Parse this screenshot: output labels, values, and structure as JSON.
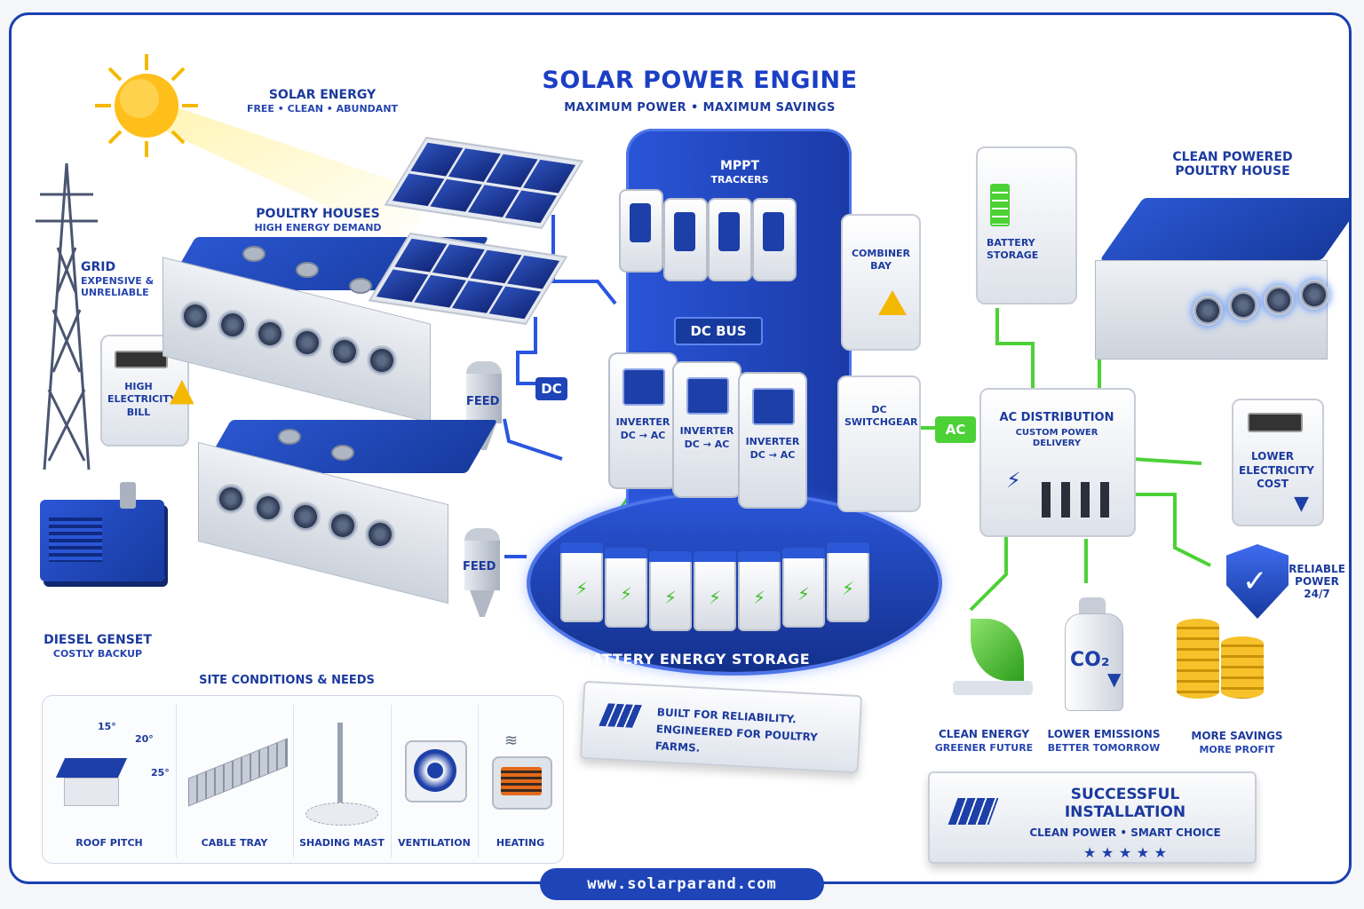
{
  "title": {
    "main": "SOLAR POWER ENGINE",
    "sub": "MAXIMUM POWER • MAXIMUM SAVINGS"
  },
  "labels": {
    "solar": {
      "title": "SOLAR ENERGY",
      "sub": "FREE • CLEAN • ABUNDANT"
    },
    "poultry": {
      "title": "POULTRY HOUSES",
      "sub": "HIGH ENERGY DEMAND"
    },
    "grid": {
      "title": "GRID",
      "sub": "EXPENSIVE & UNRELIABLE"
    },
    "bill": {
      "text": "HIGH ELECTRICITY BILL"
    },
    "diesel": {
      "title": "DIESEL GENSET",
      "sub": "COSTLY BACKUP"
    },
    "feed1": "FEED",
    "feed2": "FEED",
    "dc_tag": "DC",
    "ac_tag": "AC",
    "mppt": {
      "title": "MPPT",
      "sub": "TRACKERS"
    },
    "dc_bus": "DC BUS",
    "inverter": {
      "name": "INVERTER",
      "conv": "DC → AC"
    },
    "combiner": "COMBINER BAY",
    "dc_switchgear": "DC SWITCHGEAR",
    "battery_bank": "BATTERY ENERGY STORAGE",
    "battery_storage": "BATTERY STORAGE",
    "clean_house": {
      "title": "CLEAN POWERED",
      "sub": "POULTRY HOUSE"
    },
    "ac_dist": {
      "title": "AC DISTRIBUTION",
      "sub": "CUSTOM POWER DELIVERY"
    },
    "lower_cost": "LOWER ELECTRICITY COST",
    "reliable": {
      "line1": "RELIABLE",
      "line2": "POWER",
      "line3": "24/7"
    },
    "clean_energy": {
      "title": "CLEAN ENERGY",
      "sub": "GREENER FUTURE"
    },
    "lower_emissions": {
      "title": "LOWER EMISSIONS",
      "sub": "BETTER TOMORROW"
    },
    "co2": "CO₂",
    "savings": {
      "title": "MORE SAVINGS",
      "sub": "MORE PROFIT"
    },
    "reliability_plaque": {
      "line1": "BUILT FOR RELIABILITY.",
      "line2": "ENGINEERED FOR POULTRY FARMS."
    },
    "success_plaque": {
      "title": "SUCCESSFUL INSTALLATION",
      "sub": "CLEAN POWER • SMART CHOICE",
      "stars": "★ ★ ★ ★ ★"
    }
  },
  "site": {
    "heading": "SITE CONDITIONS & NEEDS",
    "items": [
      "ROOF PITCH",
      "CABLE TRAY",
      "SHADING MAST",
      "VENTILATION",
      "HEATING"
    ],
    "angles": [
      "15°",
      "20°",
      "25°"
    ]
  },
  "website": "www.solarparand.com",
  "colors": {
    "brand_blue": "#1b3fc4",
    "dark_blue": "#1b3a9e",
    "green": "#4cd137",
    "sun": "#f5b800"
  },
  "icons": [
    "sun-icon",
    "power-pylon-icon",
    "meter-icon",
    "up-arrow-icon",
    "generator-icon",
    "solar-panel-icon",
    "silo-icon",
    "warning-icon",
    "bolt-icon",
    "leaf-icon",
    "co2-tank-icon",
    "down-arrow-icon",
    "shield-check-icon",
    "coin-stack-icon",
    "fan-icon",
    "heater-icon",
    "house-icon",
    "star-icon"
  ]
}
